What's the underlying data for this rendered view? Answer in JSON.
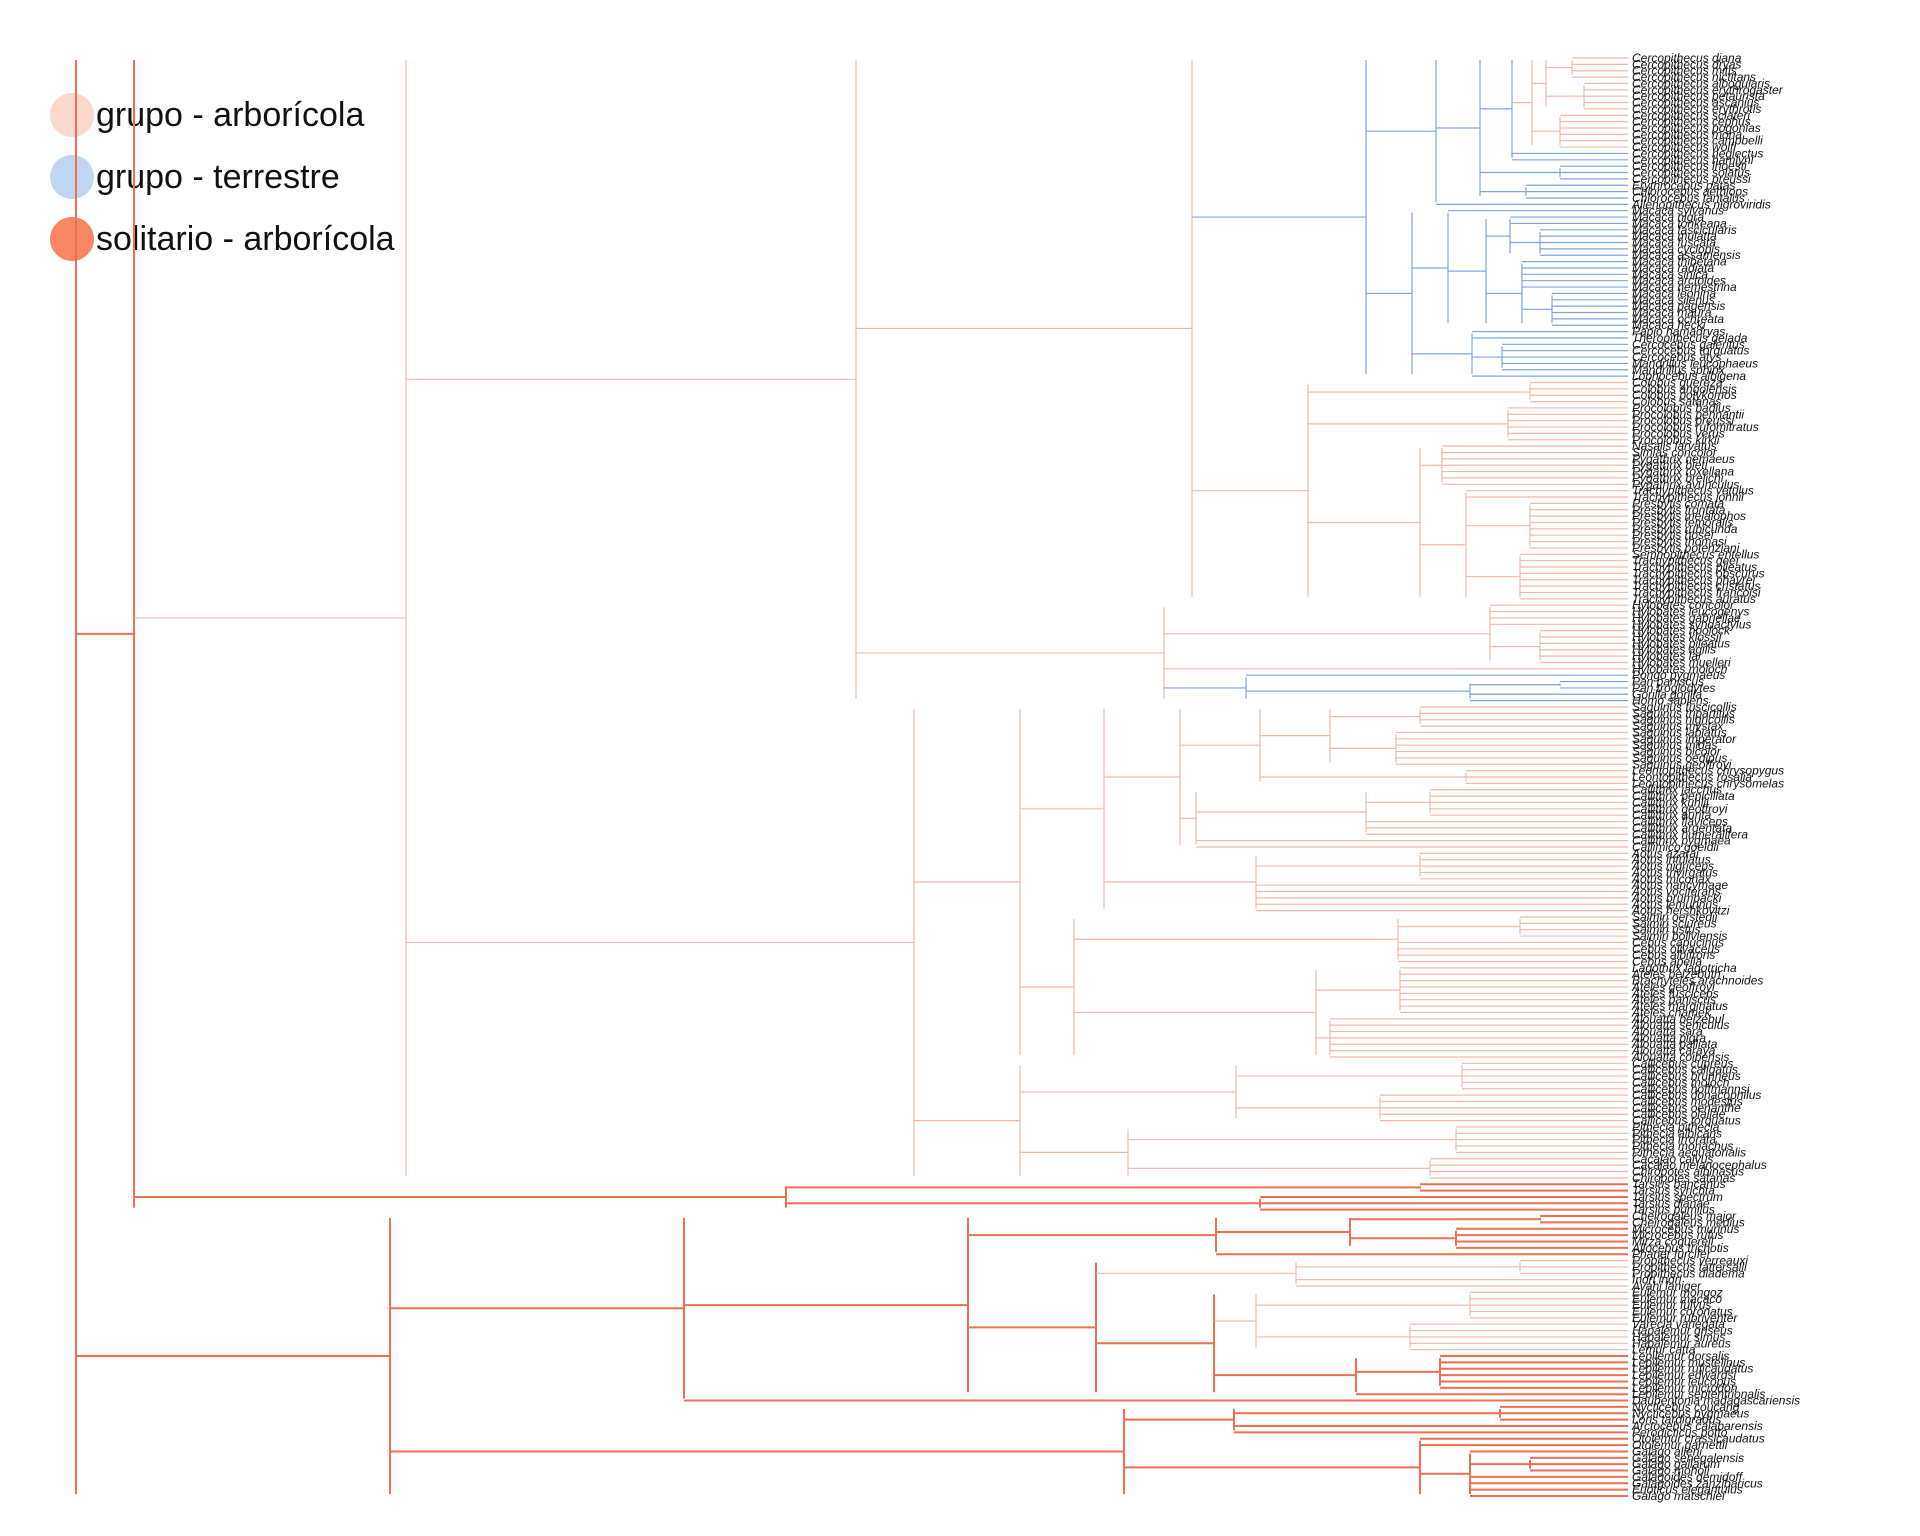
{
  "legend": [
    {
      "label": "grupo - arborícola",
      "color": "#fcd8cc"
    },
    {
      "label": "grupo - terrestre",
      "color": "#bfd5f0"
    },
    {
      "label": "solitario - arborícola",
      "color": "#f98763"
    }
  ],
  "tips": [
    "Cercopithecus diana",
    "Cercopithecus dryas",
    "Cercopithecus mitis",
    "Cercopithecus nictitans",
    "Cercopithecus albogularis",
    "Cercopithecus erythrogaster",
    "Cercopithecus petaurista",
    "Cercopithecus ascanius",
    "Cercopithecus erythrotis",
    "Cercopithecus sclateri",
    "Cercopithecus cephus",
    "Cercopithecus pogonias",
    "Cercopithecus mona",
    "Cercopithecus campbelli",
    "Cercopithecus wolfi",
    "Cercopithecus neglectus",
    "Cercopithecus hamlyni",
    "Cercopithecus lhoesti",
    "Cercopithecus solatus",
    "Cercopithecus preussi",
    "Erythrocebus patas",
    "Chlorocebus aethiops",
    "Chlorocebus tantalus",
    "Allenopithecus nigroviridis",
    "Macaca sylvanus",
    "Macaca nigra",
    "Macaca tonkeana",
    "Macaca fascicularis",
    "Macaca mulatta",
    "Macaca fuscata",
    "Macaca cyclopis",
    "Macaca assamensis",
    "Macaca thibetana",
    "Macaca radiata",
    "Macaca sinica",
    "Macaca arctoides",
    "Macaca nemestrina",
    "Macaca leonina",
    "Macaca silenus",
    "Macaca pagensis",
    "Macaca maura",
    "Macaca ochreata",
    "Macaca hecki",
    "Papio hamadryas",
    "Theropithecus gelada",
    "Cercocebus galeritus",
    "Cercocebus torquatus",
    "Cercocebus atys",
    "Mandrillus leucophaeus",
    "Mandrillus sphinx",
    "Lophocebus albigena",
    "Colobus guereza",
    "Colobus angolensis",
    "Colobus polykomos",
    "Colobus satanas",
    "Procolobus badius",
    "Procolobus pennantii",
    "Procolobus preussi",
    "Procolobus rufomitratus",
    "Procolobus verus",
    "Procolobus kirkii",
    "Nasalis larvatus",
    "Simias concolor",
    "Pygathrix nemaeus",
    "Pygathrix bieti",
    "Pygathrix roxellana",
    "Pygathrix brelichi",
    "Pygathrix avunculus",
    "Trachypithecus vetulus",
    "Trachypithecus johnii",
    "Presbytis comata",
    "Presbytis frontata",
    "Presbytis melalophos",
    "Presbytis femoralis",
    "Presbytis rubicunda",
    "Presbytis hosei",
    "Presbytis thomasi",
    "Presbytis potenziani",
    "Semnopithecus entellus",
    "Trachypithecus geei",
    "Trachypithecus pileatus",
    "Trachypithecus obscurus",
    "Trachypithecus phayrei",
    "Trachypithecus cristatus",
    "Trachypithecus francoisi",
    "Trachypithecus auratus",
    "Hylobates concolor",
    "Hylobates leucogenys",
    "Hylobates gabriellae",
    "Hylobates syndactylus",
    "Hylobates hoolock",
    "Hylobates klossii",
    "Hylobates pileatus",
    "Hylobates agilis",
    "Hylobates lar",
    "Hylobates muelleri",
    "Hylobates moloch",
    "Pongo pygmaeus",
    "Pan paniscus",
    "Pan troglodytes",
    "Gorilla gorilla",
    "Homo sapiens",
    "Saguinus fuscicollis",
    "Saguinus tripartitus",
    "Saguinus nigricollis",
    "Saguinus mystax",
    "Saguinus labiatus",
    "Saguinus imperator",
    "Saguinus midas",
    "Saguinus bicolor",
    "Saguinus oedipus",
    "Saguinus geoffroyi",
    "Leontopithecus chrysopygus",
    "Leontopithecus rosalia",
    "Leontopithecus chrysomelas",
    "Callithrix jacchus",
    "Callithrix penicillata",
    "Callithrix kuhlii",
    "Callithrix geoffroyi",
    "Callithrix aurita",
    "Callithrix flaviceps",
    "Callithrix argentata",
    "Callithrix humeralifera",
    "Callithrix pygmaea",
    "Callimico goeldii",
    "Aotus azarai",
    "Aotus infulatus",
    "Aotus nigriceps",
    "Aotus trivirgatus",
    "Aotus miconax",
    "Aotus nancymaae",
    "Aotus vociferans",
    "Aotus brumbacki",
    "Aotus lemurinus",
    "Aotus hershkovitzi",
    "Saimiri oerstedii",
    "Saimiri sciureus",
    "Saimiri ustus",
    "Saimiri boliviensis",
    "Cebus capucinus",
    "Cebus olivaceus",
    "Cebus albifrons",
    "Cebus apella",
    "Lagothrix lagotricha",
    "Ateles belzebuth",
    "Brachyteles arachnoides",
    "Ateles geoffroyi",
    "Ateles fusciceps",
    "Ateles paniscus",
    "Ateles marginatus",
    "Ateles chamek",
    "Alouatta belzebul",
    "Alouatta seniculus",
    "Alouatta sara",
    "Alouatta pigra",
    "Alouatta palliata",
    "Alouatta caraya",
    "Alouatta coibensis",
    "Callicebus cupreus",
    "Callicebus caligatus",
    "Callicebus brunneus",
    "Callicebus moloch",
    "Callicebus hoffmannsi",
    "Callicebus donacophilus",
    "Callicebus modestus",
    "Callicebus oenanthe",
    "Callicebus olallae",
    "Callicebus torquatus",
    "Pithecia pithecia",
    "Pithecia albicans",
    "Pithecia irrorata",
    "Pithecia monachus",
    "Pithecia aequatorialis",
    "Cacajao calvus",
    "Cacajao melanocephalus",
    "Chiropotes albinasus",
    "Chiropotes satanas",
    "Tarsius bancanus",
    "Tarsius syrichta",
    "Tarsius spectrum",
    "Tarsius dianae",
    "Tarsius pumilus",
    "Cheirogaleus major",
    "Cheirogaleus medius",
    "Microcebus murinus",
    "Microcebus rufus",
    "Mirza coquereli",
    "Allocebus trichotis",
    "Phaner furcifer",
    "Propithecus verreauxi",
    "Propithecus tattersalli",
    "Propithecus diadema",
    "Indri indri",
    "Avahi laniger",
    "Eulemur mongoz",
    "Eulemur macaco",
    "Eulemur fulvus",
    "Eulemur coronatus",
    "Eulemur rubriventer",
    "Varecia variegata",
    "Hapalemur griseus",
    "Hapalemur simus",
    "Hapalemur aureus",
    "Lemur catta",
    "Lepilemur dorsalis",
    "Lepilemur mustelinus",
    "Lepilemur ruficaudatus",
    "Lepilemur edwardsi",
    "Lepilemur leucopus",
    "Lepilemur microdon",
    "Lepilemur septentrionalis",
    "Daubentonia madagascariensis",
    "Nycticebus coucang",
    "Nycticebus pygmaeus",
    "Loris tardigradus",
    "Arctocebus calabarensis",
    "Perodicticus potto",
    "Otolemur crassicaudatus",
    "Otolemur garnettii",
    "Galago alleni",
    "Galago senegalensis",
    "Galago gallarum",
    "Galago moholi",
    "Galagoides demidoff",
    "Galagoides zanzibaricus",
    "Euoticus elegantulus",
    "Galago matschiei"
  ]
}
